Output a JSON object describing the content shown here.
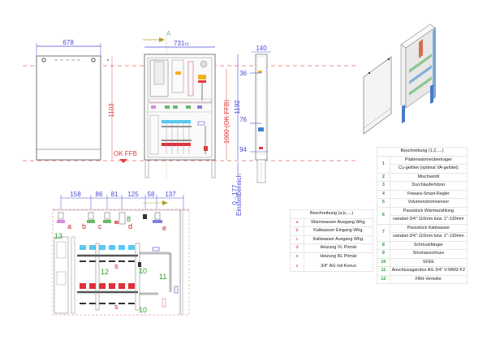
{
  "front_view": {
    "width_dim": "678",
    "height_dim": "1103",
    "floor_label": "OK FFB"
  },
  "open_view": {
    "section_marker": "A",
    "width_dim": "731",
    "width_suffix": "±1",
    "height_ok_ffb_dim": "1000 (OK FFB)",
    "height_total_dim": "1192"
  },
  "side_view": {
    "depth_dim": "140",
    "offset_dims": [
      "36",
      "76",
      "94"
    ],
    "adjust_range": "0 - 177",
    "adjust_note": "Einstellbereich"
  },
  "detail_view": {
    "spacing_dims": [
      "158",
      "86",
      "81",
      "125",
      "58",
      "137"
    ],
    "connection_labels": [
      "a",
      "b",
      "c",
      "d",
      "e"
    ],
    "part_labels": [
      "13",
      "8",
      "12",
      "10",
      "11",
      "10"
    ],
    "s_labels": [
      "s",
      "s"
    ]
  },
  "legend_numbers": {
    "header": "Beschreibung (1,2,....)",
    "rows": [
      {
        "key": "1",
        "text": "Plattenwärmeübertrager",
        "text2": "Cu-gelötet (optimal VA-gelötet)"
      },
      {
        "key": "2",
        "text": "Mischventil"
      },
      {
        "key": "3",
        "text": "Durchlauferhitzer"
      },
      {
        "key": "4",
        "text": "Friwara-Smart-Regler"
      },
      {
        "key": "5",
        "text": "Volumenstromsensor"
      },
      {
        "key": "6",
        "text": "Passstück Wärmezählung",
        "text2": "variabel 3/4\"-110mm bzw. 1\"-130mm"
      },
      {
        "key": "7",
        "text": "Passstück Kaltwasser",
        "text2": "variabel 3/4\"-110mm bzw. 1\"-130mm"
      },
      {
        "key": "8",
        "text": "Schmutzfänger"
      },
      {
        "key": "9",
        "text": "Stromanschluss"
      },
      {
        "key": "10",
        "text": "SFEE"
      },
      {
        "key": "11",
        "text": "Anschlussgarnitur AG 3/4\" V-WMZ-F2"
      },
      {
        "key": "12",
        "text": "FBH-Verteiler"
      }
    ]
  },
  "legend_letters": {
    "header": "Beschreibung (a,b,....)",
    "rows": [
      {
        "key": "a",
        "text": "Warmwasser Ausgang Whg."
      },
      {
        "key": "b",
        "text": "Kaltwasser Eingang Whg."
      },
      {
        "key": "c",
        "text": "Kaltwasser Ausgang Whg."
      },
      {
        "key": "d",
        "text": "Heizung VL Primär"
      },
      {
        "key": "e",
        "text": "Heizung RL Primär"
      },
      {
        "key": "s",
        "text": "3/4\" AG mit Konus"
      }
    ]
  },
  "colors": {
    "dimension": "#4a4ad8",
    "reference_line": "#e03a3a",
    "part_number": "#2a9a2a",
    "connection_letter": "#c8202a",
    "cold_valve": "#5ac8f0",
    "hot_valve": "#e0303a"
  }
}
